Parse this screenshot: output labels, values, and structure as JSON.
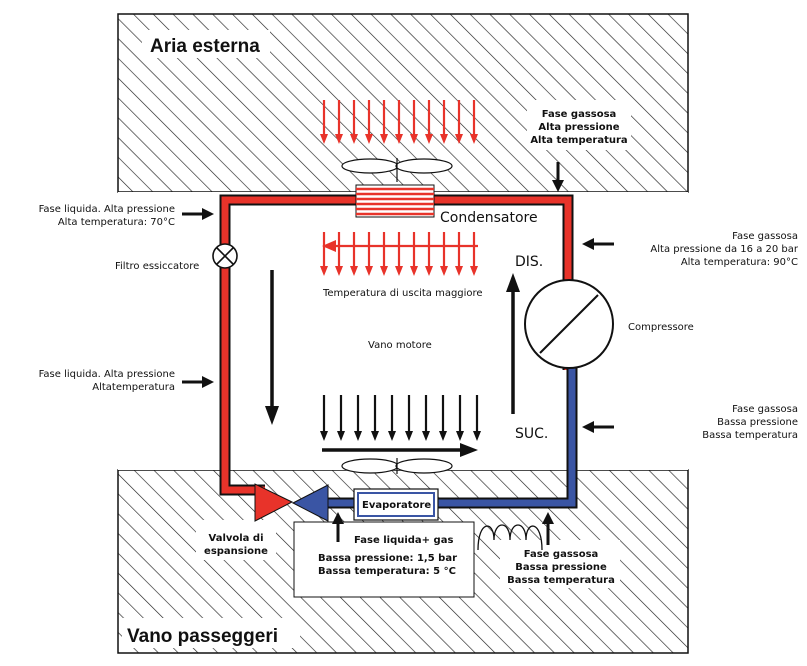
{
  "zones": {
    "top": "Aria esterna",
    "bottom": "Vano passeggeri"
  },
  "components": {
    "condenser": "Condensatore",
    "dis": "DIS.",
    "suc": "SUC.",
    "compressor": "Compressore",
    "engine_bay": "Vano motore",
    "filter": "Filtro essiccatore",
    "evaporator": "Evaporatore",
    "valve": "Valvola di\nespansione",
    "outlet_temp": "Temperatura di uscita maggiore"
  },
  "annotations": {
    "top_right": "Fase gassosa\nAlta pressione\nAlta temperatura",
    "left_upper": "Fase liquida. Alta pressione\nAlta temperatura: 70°C",
    "right_upper": "Fase gassosa\nAlta pressione da 16 a 20 bar\nAlta temperatura: 90°C",
    "left_mid": "Fase liquida. Alta pressione\nAltatemperatura",
    "right_lower": "Fase gassosa\nBassa pressione\nBassa temperatura",
    "mix": "Fase liquida+ gas",
    "low_box": "Bassa pressione: 1,5 bar\nBassa temperatura: 5 °C",
    "bottom_right": "Fase gassosa\nBassa pressione\nBassa temperatura"
  },
  "colors": {
    "hot": "#e8332a",
    "cold": "#3a55a4",
    "line": "#111111"
  }
}
